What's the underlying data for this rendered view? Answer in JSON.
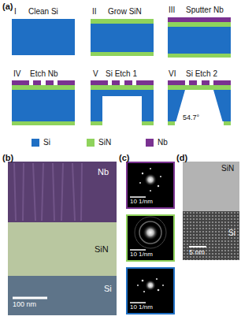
{
  "diagram": {
    "labels": [
      "(a)",
      "I",
      "Clean Si",
      "II",
      "Grow SiN",
      "III",
      "Sputter Nb",
      "IV",
      "Etch Nb",
      "V",
      "Si Etch 1",
      "VI",
      "Si Etch 2",
      "54.7°",
      "(b)",
      "Nb",
      "SiN",
      "Si",
      "100 nm",
      "(c)",
      "10 1/nm",
      "10 1/nm",
      "10 1/nm",
      "(d)",
      "SiN",
      "Si",
      "5 nm"
    ],
    "legend": [
      {
        "text": "Si",
        "color": "#1f6fc4"
      },
      {
        "text": "SiN",
        "color": "#8fd35c"
      },
      {
        "text": "Nb",
        "color": "#7a3291"
      }
    ]
  }
}
